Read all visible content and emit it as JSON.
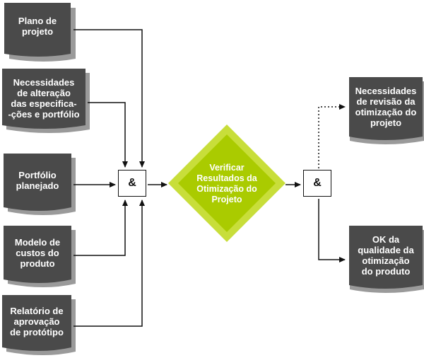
{
  "inputs": [
    {
      "label": "Plano de\nprojeto"
    },
    {
      "label": "Necessidades\nde alteração\ndas especifica-\n-ções e portfólio"
    },
    {
      "label": "Portfólio\nplanejado"
    },
    {
      "label": "Modelo de\ncustos do\nproduto"
    },
    {
      "label": "Relatório de\naprovação\nde protótipo"
    }
  ],
  "join_operator": "&",
  "function": {
    "label": "Verificar\nResultados da\nOtimização do\nProjeto"
  },
  "split_operator": "&",
  "outputs": [
    {
      "label": "Necessidades\nde revisão da\notimização do\nprojeto"
    },
    {
      "label": "OK da\nqualidade da\notimização\ndo  produto"
    }
  ],
  "colors": {
    "event_fill": "#4a4a4a",
    "event_shadow": "#9a9a9a",
    "function_outer": "#c8de3a",
    "function_inner": "#aacb00"
  }
}
